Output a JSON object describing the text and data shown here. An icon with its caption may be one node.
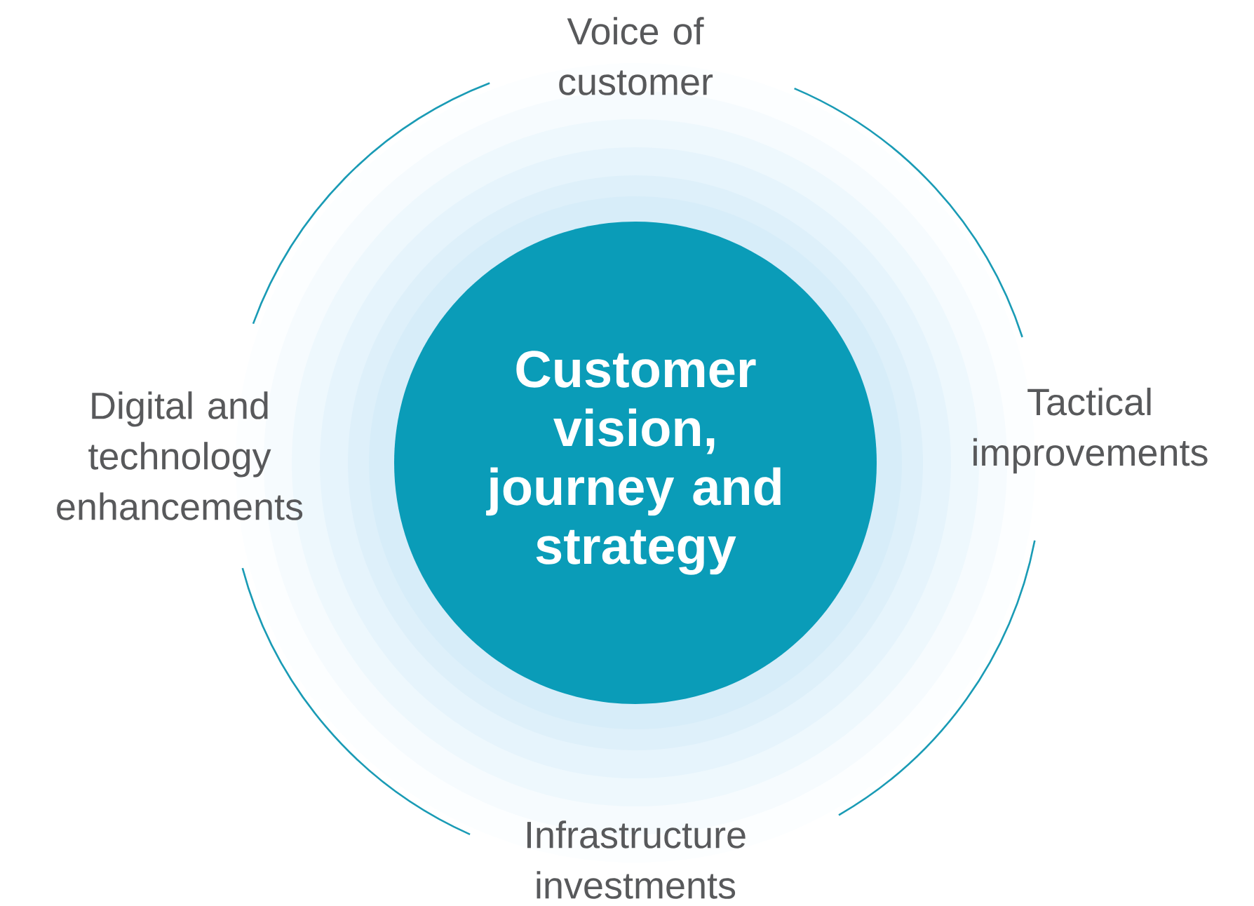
{
  "diagram": {
    "nodes": [
      {
        "text": [
          "Customer vision, journey and strategy"
        ]
      },
      {
        "text": [
          "Voice of customer"
        ]
      },
      {
        "text": [
          "Tactical improvements"
        ]
      },
      {
        "text": [
          "Infrastructure investments"
        ]
      },
      {
        "text": [
          "Digital and technology enhancements"
        ]
      }
    ],
    "edges": [
      {
        "from": 1,
        "to": 2,
        "arrow": "none"
      },
      {
        "from": 2,
        "to": 3,
        "arrow": "none"
      },
      {
        "from": 3,
        "to": 4,
        "arrow": "none"
      },
      {
        "from": 4,
        "to": 1,
        "arrow": "none"
      }
    ]
  }
}
